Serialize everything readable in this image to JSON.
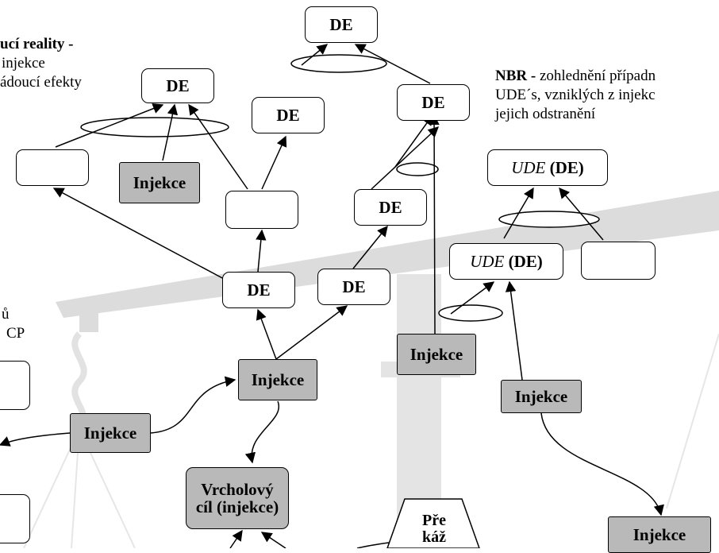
{
  "left_caption": {
    "line1_bold": "ucí reality -",
    "line2": "injekce",
    "line3": "ádoucí efekty"
  },
  "right_caption": {
    "line1_bold": "NBR -",
    "line1_rest": " zohlednění případn",
    "line2": "UDE´s, vzniklých z injekc",
    "line3": "jejich odstranění"
  },
  "side_labels": {
    "label_a": "ů",
    "label_b": "CP"
  },
  "nodes": {
    "de_top": "DE",
    "de_left_top": "DE",
    "de_mid_upper": "DE",
    "de_right_upper": "DE",
    "de_right_mid": "DE",
    "de_center": "DE",
    "de_center_right": "DE",
    "injekce_upper": "Injekce",
    "injekce_center": "Injekce",
    "injekce_left": "Injekce",
    "injekce_right": "Injekce",
    "injekce_far_right": "Injekce",
    "injekce_bottom_right": "Injekce",
    "goal_line1": "Vrcholový",
    "goal_line2": "cíl (injekce)",
    "trap_line1": "Pře",
    "trap_line2": "káž",
    "ude_label": "UDE",
    "ude_de": "(DE)"
  },
  "colors": {
    "injection_fill": "#b9b9b9",
    "scale_gray": "#dcdcdc"
  }
}
